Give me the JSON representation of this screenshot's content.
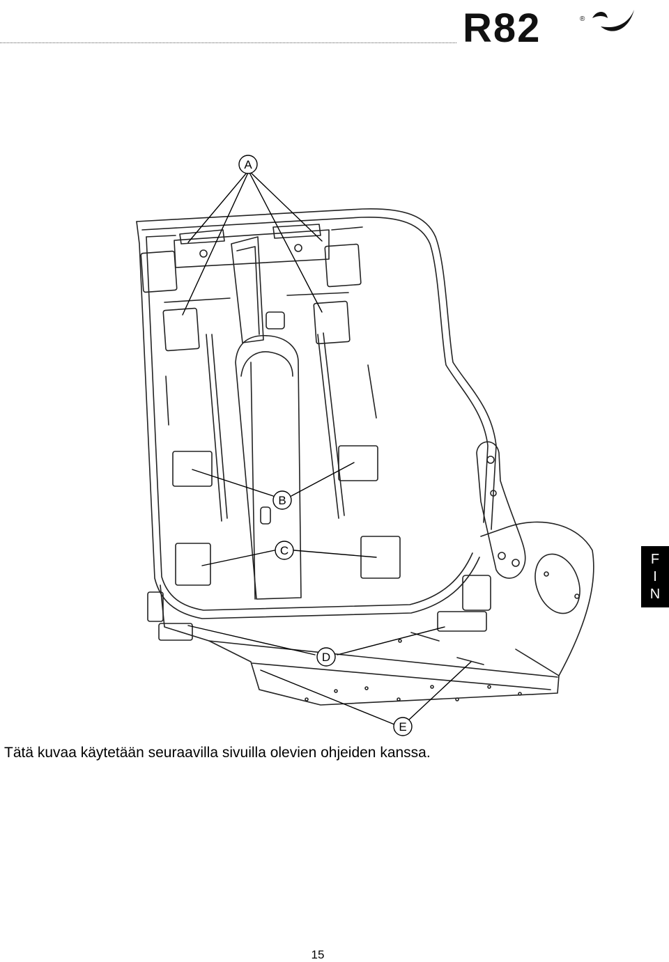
{
  "header": {
    "brand": "R82",
    "registered": "®"
  },
  "side_tab": {
    "letters": [
      "F",
      "I",
      "N"
    ]
  },
  "figure": {
    "callouts": [
      {
        "id": "a",
        "label": "A"
      },
      {
        "id": "b",
        "label": "B"
      },
      {
        "id": "c",
        "label": "C"
      },
      {
        "id": "d",
        "label": "D"
      },
      {
        "id": "e",
        "label": "E"
      }
    ]
  },
  "caption": "Tätä kuvaa käytetään seuraavilla sivuilla olevien ohjeiden kanssa.",
  "page_number": "15",
  "colors": {
    "ink": "#000000",
    "line": "#222222",
    "paper": "#ffffff"
  }
}
